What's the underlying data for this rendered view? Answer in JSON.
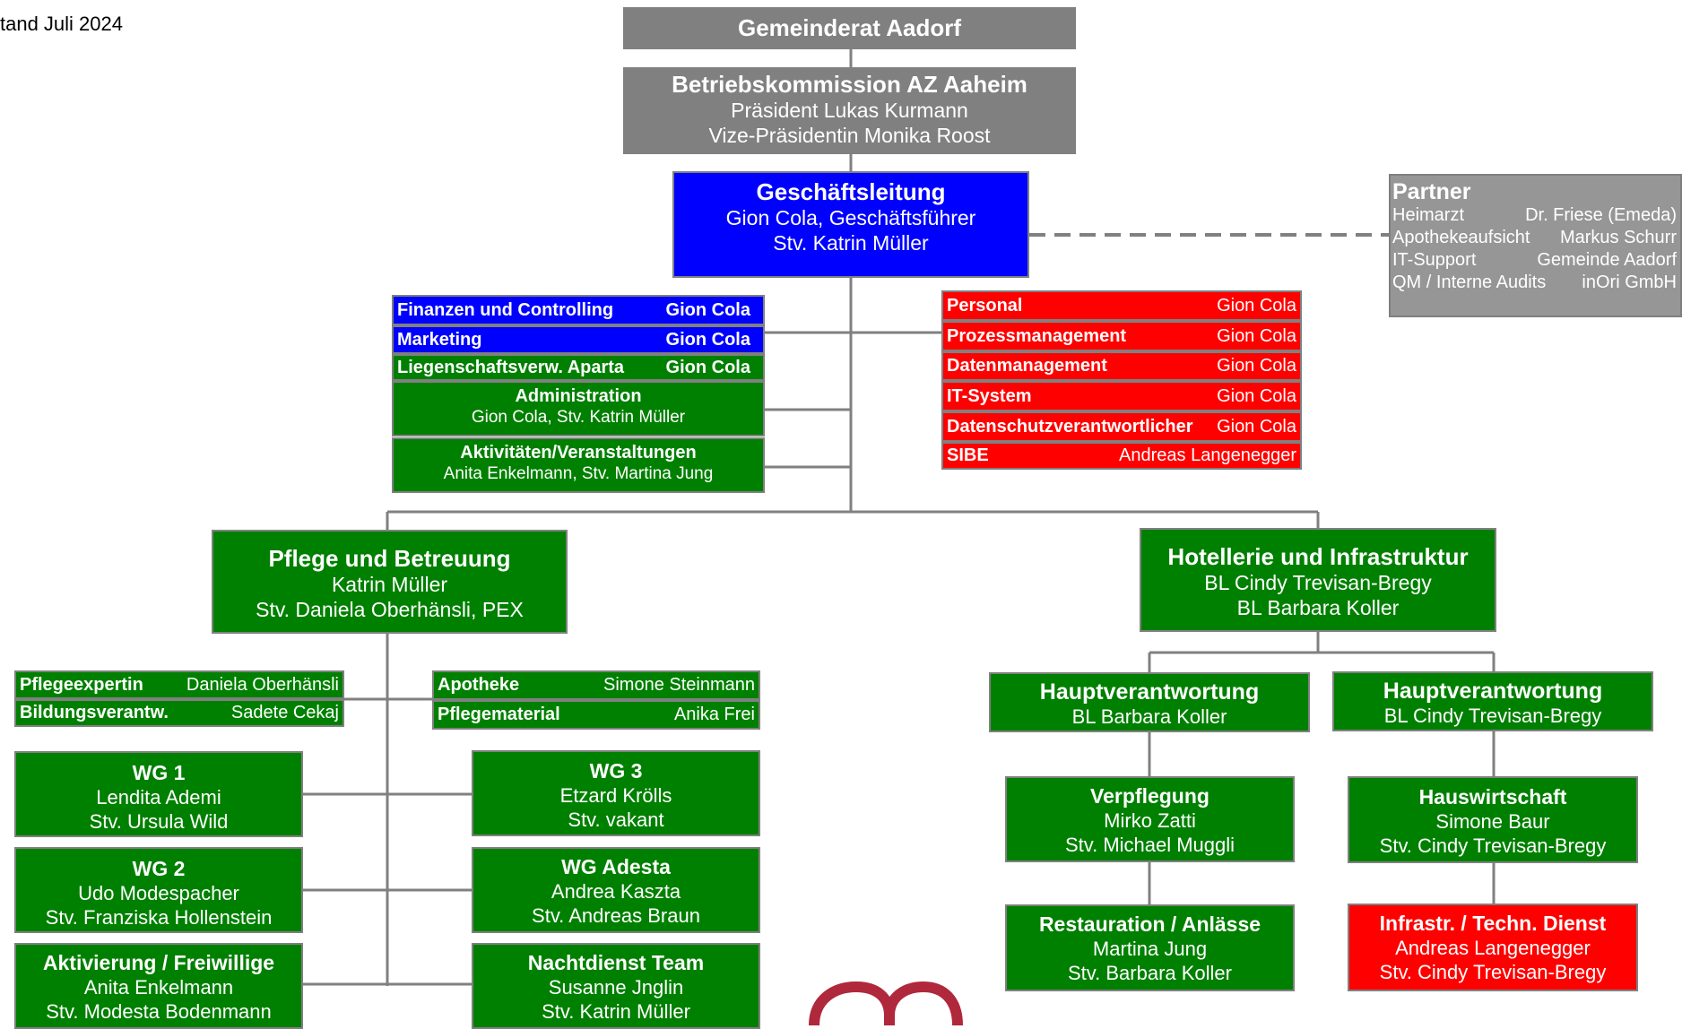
{
  "stand": "tand Juli 2024",
  "gemeinderat": "Gemeinderat Aadorf",
  "betriebskommission": {
    "title": "Betriebskommission AZ Aaheim",
    "lines": [
      "Präsident Lukas Kurmann",
      "Vize-Präsidentin Monika Roost"
    ]
  },
  "geschaeftsleitung": {
    "title": "Geschäftsleitung",
    "lines": [
      "Gion Cola, Geschäftsführer",
      "Stv. Katrin Müller"
    ]
  },
  "partner": {
    "title": "Partner",
    "rows": [
      {
        "role": "Heimarzt",
        "name": "Dr. Friese (Emeda)"
      },
      {
        "role": "Apothekeaufsicht",
        "name": "Markus Schurr"
      },
      {
        "role": "IT-Support",
        "name": "Gemeinde Aadorf"
      },
      {
        "role": "QM / Interne Audits",
        "name": "inOri GmbH"
      }
    ]
  },
  "left_staff": [
    {
      "role": "Finanzen und Controlling",
      "name": "Gion Cola"
    },
    {
      "role": "Marketing",
      "name": "Gion Cola"
    },
    {
      "role": "Liegenschaftsverw. Aparta",
      "name": "Gion Cola"
    }
  ],
  "administration": {
    "title": "Administration",
    "line": "Gion Cola, Stv. Katrin Müller"
  },
  "aktivitaeten": {
    "title": "Aktivitäten/Veranstaltungen",
    "line": "Anita Enkelmann, Stv. Martina Jung"
  },
  "right_staff": [
    {
      "role": "Personal",
      "name": "Gion Cola"
    },
    {
      "role": "Prozessmanagement",
      "name": "Gion Cola"
    },
    {
      "role": "Datenmanagement",
      "name": "Gion Cola"
    },
    {
      "role": "IT-System",
      "name": "Gion Cola"
    },
    {
      "role": "Datenschutzverantwortlicher",
      "name": "Gion Cola"
    },
    {
      "role": "SIBE",
      "name": "Andreas Langenegger"
    }
  ],
  "pflege": {
    "title": "Pflege und Betreuung",
    "lines": [
      "Katrin Müller",
      "Stv. Daniela Oberhänsli, PEX"
    ]
  },
  "hotellerie": {
    "title": "Hotellerie und Infrastruktur",
    "lines": [
      "BL Cindy Trevisan-Bregy",
      "BL Barbara Koller"
    ]
  },
  "pflege_staff_left": [
    {
      "role": "Pflegeexpertin",
      "name": "Daniela Oberhänsli"
    },
    {
      "role": "Bildungsverantw.",
      "name": "Sadete Cekaj"
    }
  ],
  "pflege_staff_right": [
    {
      "role": "Apotheke",
      "name": "Simone Steinmann"
    },
    {
      "role": "Pflegematerial",
      "name": "Anika Frei"
    }
  ],
  "wg1": {
    "title": "WG 1",
    "lines": [
      "Lendita Ademi",
      "Stv. Ursula Wild"
    ]
  },
  "wg2": {
    "title": "WG 2",
    "lines": [
      "Udo Modespacher",
      "Stv. Franziska Hollenstein"
    ]
  },
  "aktivierung": {
    "title": "Aktivierung / Freiwillige",
    "lines": [
      "Anita Enkelmann",
      "Stv. Modesta Bodenmann"
    ]
  },
  "wg3": {
    "title": "WG 3",
    "lines": [
      "Etzard Krölls",
      "Stv. vakant"
    ]
  },
  "wgadesta": {
    "title": "WG Adesta",
    "lines": [
      "Andrea Kaszta",
      "Stv. Andreas Braun"
    ]
  },
  "nachtdienst": {
    "title": "Nachtdienst Team",
    "lines": [
      "Susanne Jnglin",
      "Stv. Katrin Müller"
    ]
  },
  "hv1": {
    "title": "Hauptverantwortung",
    "line": "BL Barbara Koller"
  },
  "hv2": {
    "title": "Hauptverantwortung",
    "line": "BL Cindy Trevisan-Bregy"
  },
  "verpflegung": {
    "title": "Verpflegung",
    "lines": [
      "Mirko Zatti",
      "Stv. Michael Muggli"
    ]
  },
  "restauration": {
    "title": "Restauration / Anlässe",
    "lines": [
      "Martina Jung",
      "Stv. Barbara Koller"
    ]
  },
  "hauswirtschaft": {
    "title": "Hauswirtschaft",
    "lines": [
      "Simone Baur",
      "Stv. Cindy Trevisan-Bregy"
    ]
  },
  "infrastr": {
    "title": "Infrastr. / Techn. Dienst",
    "lines": [
      "Andreas Langenegger",
      "Stv. Cindy Trevisan-Bregy"
    ]
  },
  "colors": {
    "gray": "#808080",
    "blue": "#0000ff",
    "green": "#008000",
    "red": "#ff0000",
    "logo": "#b0283c"
  }
}
